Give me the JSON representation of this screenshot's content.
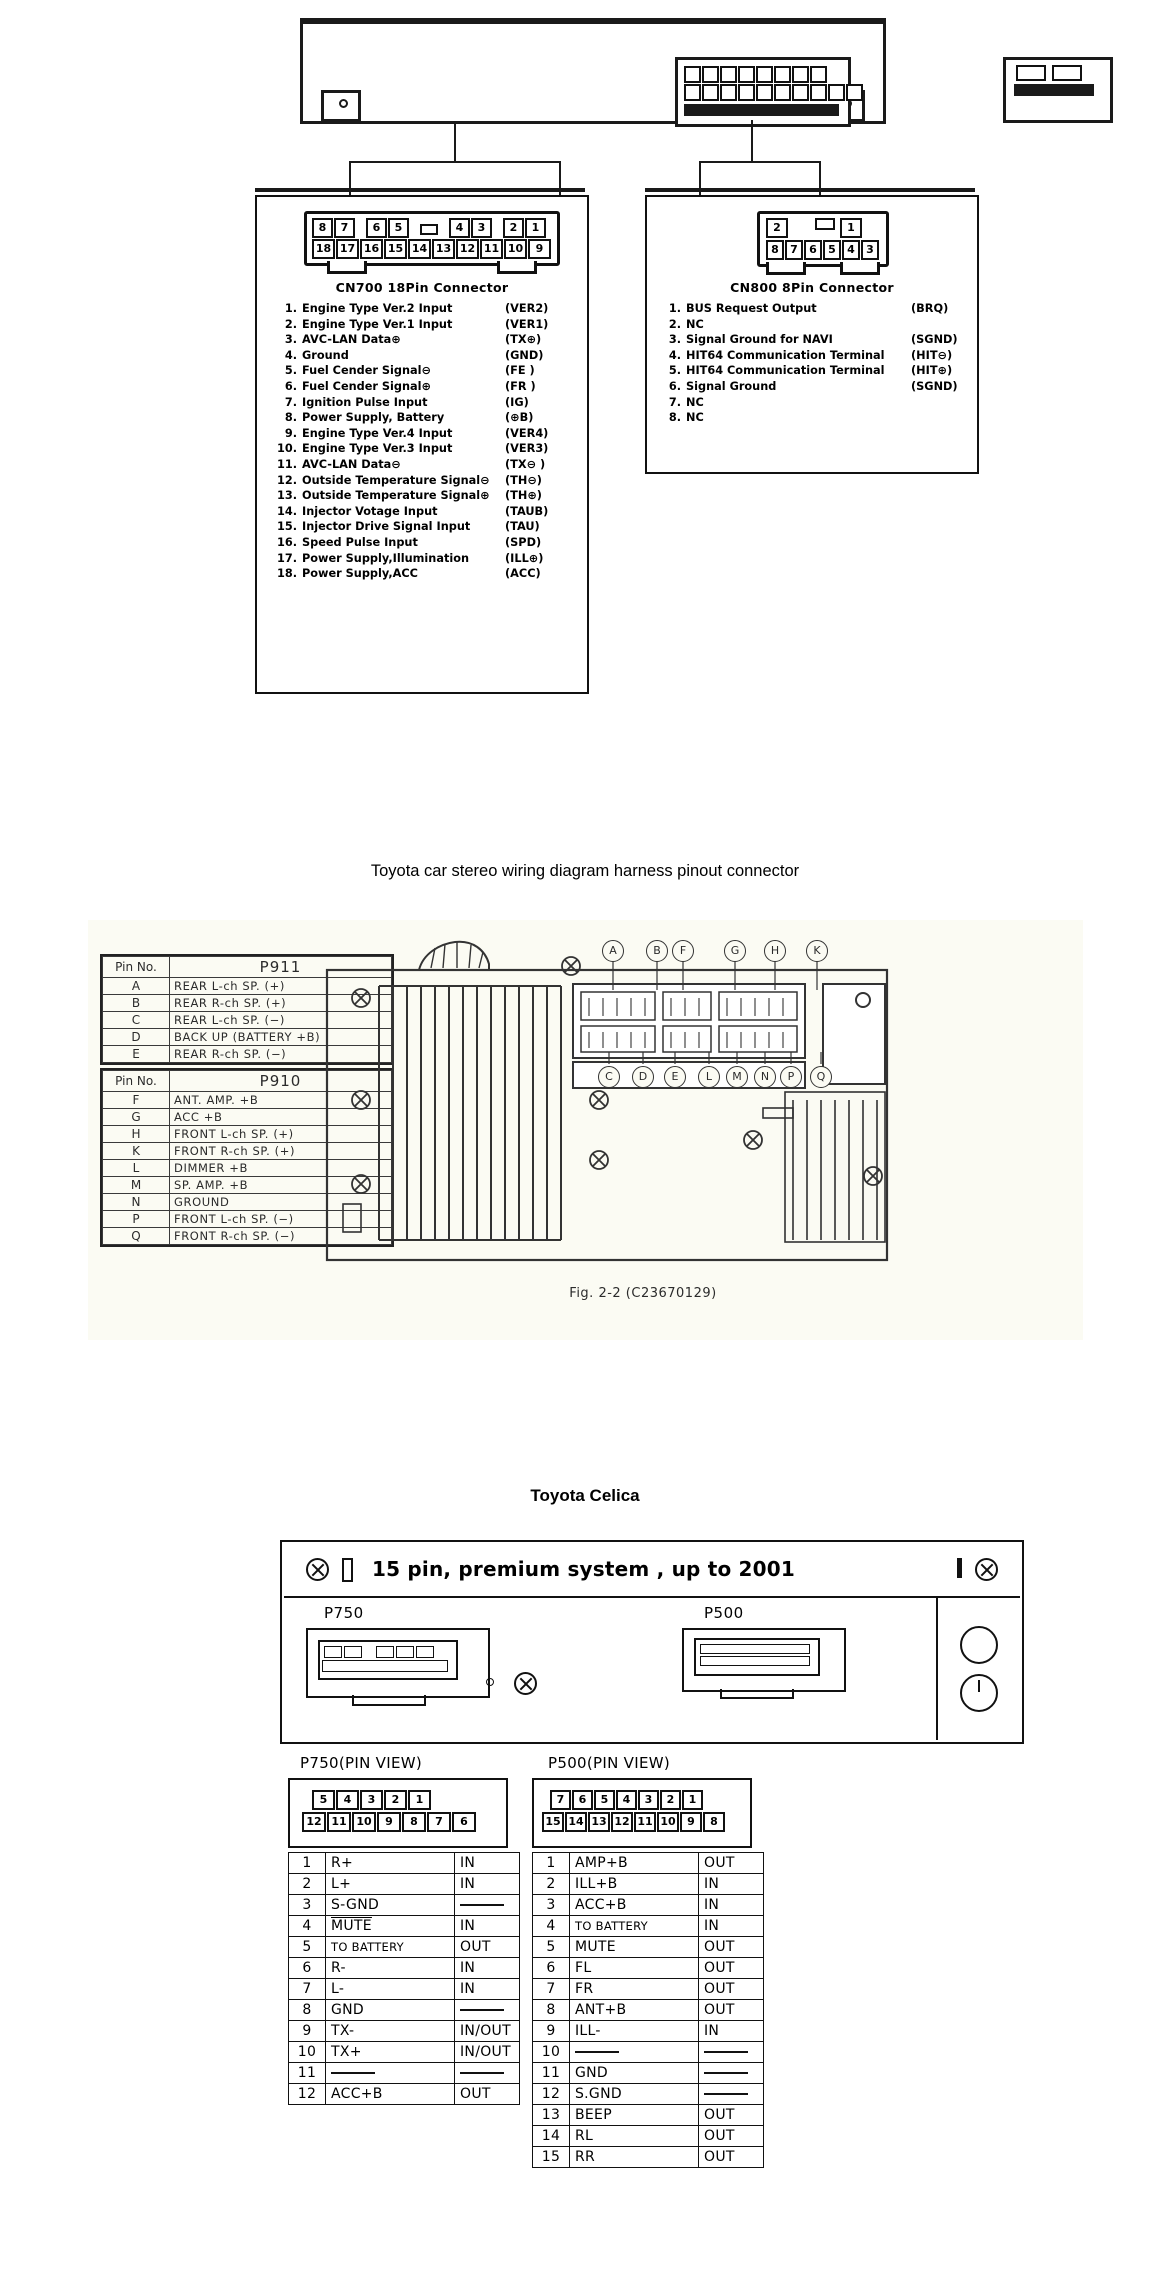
{
  "document": {
    "title": "Toyota car stereo wiring diagram harness pinout connector"
  },
  "section1": {
    "cn700": {
      "caption": "CN700    18Pin Connector",
      "pins_top": [
        "8",
        "7",
        "6",
        "5",
        "4",
        "3",
        "2",
        "1"
      ],
      "pins_bottom": [
        "18",
        "17",
        "16",
        "15",
        "14",
        "13",
        "12",
        "11",
        "10",
        "9"
      ],
      "rows": [
        {
          "no": "1.",
          "name": "Engine Type Ver.2 Input",
          "sig": "(VER2)"
        },
        {
          "no": "2.",
          "name": "Engine Type Ver.1 Input",
          "sig": "(VER1)"
        },
        {
          "no": "3.",
          "name": "AVC-LAN Data⊕",
          "sig": "(TX⊕)"
        },
        {
          "no": "4.",
          "name": "Ground",
          "sig": "(GND)"
        },
        {
          "no": "5.",
          "name": "Fuel Cender Signal⊖",
          "sig": "(FE )"
        },
        {
          "no": "6.",
          "name": "Fuel Cender Signal⊕",
          "sig": "(FR )"
        },
        {
          "no": "7.",
          "name": "Ignition Pulse Input",
          "sig": "(IG)"
        },
        {
          "no": "8.",
          "name": "Power Supply, Battery",
          "sig": "(⊕B)"
        },
        {
          "no": "9.",
          "name": "Engine Type Ver.4 Input",
          "sig": "(VER4)"
        },
        {
          "no": "10.",
          "name": "Engine Type Ver.3 Input",
          "sig": "(VER3)"
        },
        {
          "no": "11.",
          "name": "AVC-LAN Data⊖",
          "sig": "(TX⊖ )"
        },
        {
          "no": "12.",
          "name": "Outside Temperature Signal⊖",
          "sig": "(TH⊖)"
        },
        {
          "no": "13.",
          "name": "Outside Temperature Signal⊕",
          "sig": "(TH⊕)"
        },
        {
          "no": "14.",
          "name": "Injector Votage Input",
          "sig": "(TAUB)"
        },
        {
          "no": "15.",
          "name": "Injector Drive Signal Input",
          "sig": "(TAU)"
        },
        {
          "no": "16.",
          "name": "Speed Pulse Input",
          "sig": "(SPD)"
        },
        {
          "no": "17.",
          "name": "Power Supply,Illumination",
          "sig": "(ILL⊕)"
        },
        {
          "no": "18.",
          "name": "Power Supply,ACC",
          "sig": "(ACC)"
        }
      ]
    },
    "cn800": {
      "caption": "CN800    8Pin Connector",
      "pins_top": [
        "2",
        "1"
      ],
      "pins_bottom": [
        "8",
        "7",
        "6",
        "5",
        "4",
        "3"
      ],
      "rows": [
        {
          "no": "1.",
          "name": "BUS Request Output",
          "sig": "(BRQ)"
        },
        {
          "no": "2.",
          "name": "NC",
          "sig": ""
        },
        {
          "no": "3.",
          "name": "Signal Ground for NAVI",
          "sig": "(SGND)"
        },
        {
          "no": "4.",
          "name": "HIT64 Communication Terminal",
          "sig": "(HIT⊖)"
        },
        {
          "no": "5.",
          "name": "HIT64 Communication Terminal",
          "sig": "(HIT⊕)"
        },
        {
          "no": "6.",
          "name": "Signal Ground",
          "sig": "(SGND)"
        },
        {
          "no": "7.",
          "name": "NC",
          "sig": ""
        },
        {
          "no": "8.",
          "name": "NC",
          "sig": ""
        }
      ]
    }
  },
  "section2": {
    "figure_caption": "Fig. 2-2   (C23670129)",
    "p911": {
      "header_no": "Pin No.",
      "header_name": "P911",
      "rows": [
        {
          "pin": "A",
          "name": "REAR  L-ch  SP. (+)"
        },
        {
          "pin": "B",
          "name": "REAR  R-ch  SP. (+)"
        },
        {
          "pin": "C",
          "name": "REAR  L-ch  SP. (−)"
        },
        {
          "pin": "D",
          "name": "BACK UP (BATTERY +B)"
        },
        {
          "pin": "E",
          "name": "REAR  R-ch  SP. (−)"
        }
      ]
    },
    "p910": {
      "header_no": "Pin No.",
      "header_name": "P910",
      "rows": [
        {
          "pin": "F",
          "name": "ANT. AMP. +B"
        },
        {
          "pin": "G",
          "name": "ACC  +B"
        },
        {
          "pin": "H",
          "name": "FRONT  L-ch SP. (+)"
        },
        {
          "pin": "K",
          "name": "FRONT  R-ch SP. (+)"
        },
        {
          "pin": "L",
          "name": "DIMMER  +B"
        },
        {
          "pin": "M",
          "name": "SP. AMP. +B"
        },
        {
          "pin": "N",
          "name": "GROUND"
        },
        {
          "pin": "P",
          "name": "FRONT  L-ch SP. (−)"
        },
        {
          "pin": "Q",
          "name": "FRONT  R-ch SP. (−)"
        }
      ]
    },
    "callouts_top": [
      "A",
      "B",
      "F",
      "G",
      "H",
      "K"
    ],
    "callouts_bottom": [
      "C",
      "D",
      "E",
      "L",
      "M",
      "N",
      "P",
      "Q"
    ]
  },
  "section3": {
    "title": "Toyota Celica",
    "banner": "15 pin, premium system , up to 2001",
    "connector_left_label": "P750",
    "connector_right_label": "P500",
    "p750": {
      "pinview_label": "P750(PIN VIEW)",
      "pins_top": [
        "5",
        "4",
        "3",
        "2",
        "1"
      ],
      "pins_bottom": [
        "12",
        "11",
        "10",
        "9",
        "8",
        "7",
        "6"
      ],
      "rows": [
        {
          "no": "1",
          "name": "R+",
          "io": "IN"
        },
        {
          "no": "2",
          "name": "L+",
          "io": "IN"
        },
        {
          "no": "3",
          "name": "S-GND",
          "io": "—"
        },
        {
          "no": "4",
          "name": "MUTE",
          "io": "IN",
          "overline": true
        },
        {
          "no": "5",
          "name": "TO BATTERY",
          "io": "OUT",
          "small": true
        },
        {
          "no": "6",
          "name": "R-",
          "io": "IN"
        },
        {
          "no": "7",
          "name": "L-",
          "io": "IN"
        },
        {
          "no": "8",
          "name": "GND",
          "io": "—"
        },
        {
          "no": "9",
          "name": "TX-",
          "io": "IN/OUT"
        },
        {
          "no": "10",
          "name": "TX+",
          "io": "IN/OUT"
        },
        {
          "no": "11",
          "name": "",
          "io": "—"
        },
        {
          "no": "12",
          "name": "ACC+B",
          "io": "OUT"
        }
      ]
    },
    "p500": {
      "pinview_label": "P500(PIN VIEW)",
      "pins_top": [
        "7",
        "6",
        "5",
        "4",
        "3",
        "2",
        "1"
      ],
      "pins_bottom": [
        "15",
        "14",
        "13",
        "12",
        "11",
        "10",
        "9",
        "8"
      ],
      "rows": [
        {
          "no": "1",
          "name": "AMP+B",
          "io": "OUT"
        },
        {
          "no": "2",
          "name": "ILL+B",
          "io": "IN"
        },
        {
          "no": "3",
          "name": "ACC+B",
          "io": "IN"
        },
        {
          "no": "4",
          "name": "TO BATTERY",
          "io": "IN",
          "small": true
        },
        {
          "no": "5",
          "name": "MUTE",
          "io": "OUT"
        },
        {
          "no": "6",
          "name": "FL",
          "io": "OUT"
        },
        {
          "no": "7",
          "name": "FR",
          "io": "OUT"
        },
        {
          "no": "8",
          "name": "ANT+B",
          "io": "OUT"
        },
        {
          "no": "9",
          "name": "ILL-",
          "io": "IN"
        },
        {
          "no": "10",
          "name": "",
          "io": "—"
        },
        {
          "no": "11",
          "name": "GND",
          "io": "—"
        },
        {
          "no": "12",
          "name": "S.GND",
          "io": "—"
        },
        {
          "no": "13",
          "name": "BEEP",
          "io": "OUT"
        },
        {
          "no": "14",
          "name": "RL",
          "io": "OUT"
        },
        {
          "no": "15",
          "name": "RR",
          "io": "OUT"
        }
      ]
    }
  }
}
